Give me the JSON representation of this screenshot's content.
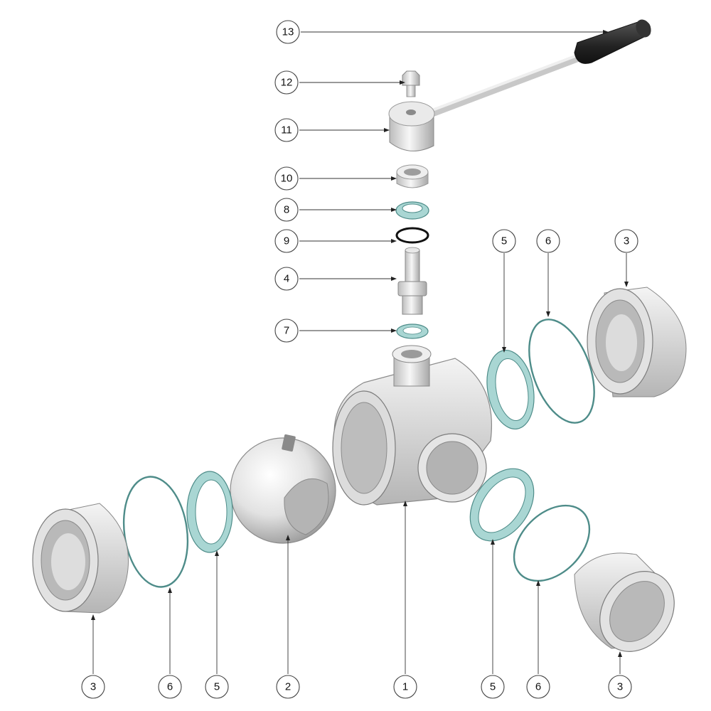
{
  "callouts": [
    {
      "id": "c13",
      "label": "13",
      "part": "handle-lever"
    },
    {
      "id": "c12",
      "label": "12",
      "part": "hex-bolt"
    },
    {
      "id": "c11",
      "label": "11",
      "part": "handle-hub"
    },
    {
      "id": "c10",
      "label": "10",
      "part": "stem-nut"
    },
    {
      "id": "c8",
      "label": "8",
      "part": "stem-packing"
    },
    {
      "id": "c9",
      "label": "9",
      "part": "stem-o-ring"
    },
    {
      "id": "c4",
      "label": "4",
      "part": "stem"
    },
    {
      "id": "c7",
      "label": "7",
      "part": "stem-washer"
    },
    {
      "id": "c5r",
      "label": "5",
      "part": "seat-right-upper"
    },
    {
      "id": "c6r",
      "label": "6",
      "part": "o-ring-right-upper"
    },
    {
      "id": "c3r",
      "label": "3",
      "part": "end-connector-right-upper"
    },
    {
      "id": "c3l",
      "label": "3",
      "part": "end-connector-left"
    },
    {
      "id": "c6l",
      "label": "6",
      "part": "o-ring-left"
    },
    {
      "id": "c5l",
      "label": "5",
      "part": "seat-left"
    },
    {
      "id": "c2",
      "label": "2",
      "part": "ball"
    },
    {
      "id": "c1",
      "label": "1",
      "part": "valve-body"
    },
    {
      "id": "c5b",
      "label": "5",
      "part": "seat-right-lower"
    },
    {
      "id": "c6b",
      "label": "6",
      "part": "o-ring-right-lower"
    },
    {
      "id": "c3b",
      "label": "3",
      "part": "end-connector-right-lower"
    }
  ],
  "colors": {
    "metal_light": "#f2f2f2",
    "metal_mid": "#c9c9c9",
    "metal_dark": "#8c8c8c",
    "seal_teal": "#a9d6d3",
    "seal_teal_edge": "#4e8c89",
    "grip_dark": "#2b2b2b",
    "o_ring_black": "#111111"
  }
}
